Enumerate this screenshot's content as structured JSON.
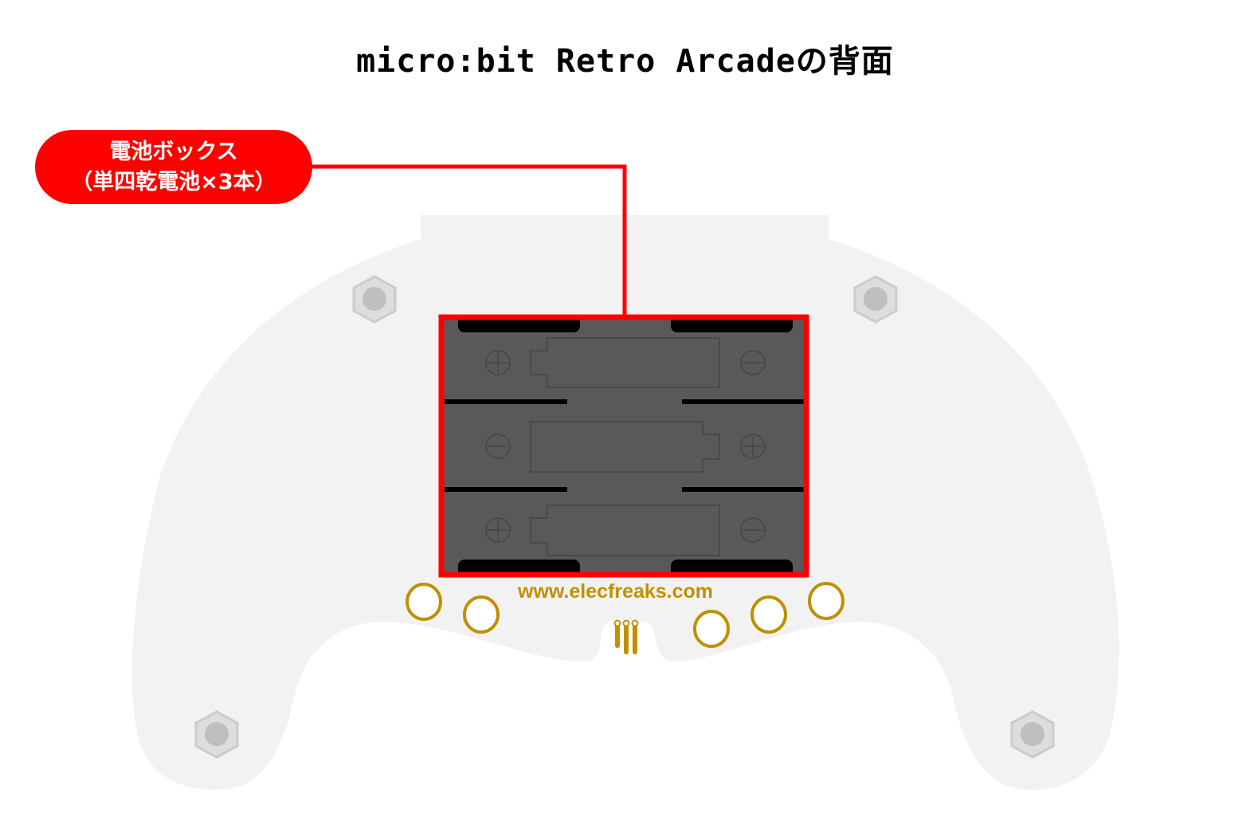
{
  "title": "micro:bit Retro Arcadeの背面",
  "callout": {
    "line1": "電池ボックス",
    "line2": "（単四乾電池×3本）"
  },
  "board": {
    "website": "www.elecfreaks.com",
    "battery_slots": [
      {
        "left_terminal": "plus",
        "right_terminal": "minus"
      },
      {
        "left_terminal": "minus",
        "right_terminal": "plus"
      },
      {
        "left_terminal": "plus",
        "right_terminal": "minus"
      }
    ]
  },
  "colors": {
    "highlight": "#ff0000",
    "board": "#f2f2f2",
    "battery_box": "#595959",
    "gold": "#c09000"
  }
}
